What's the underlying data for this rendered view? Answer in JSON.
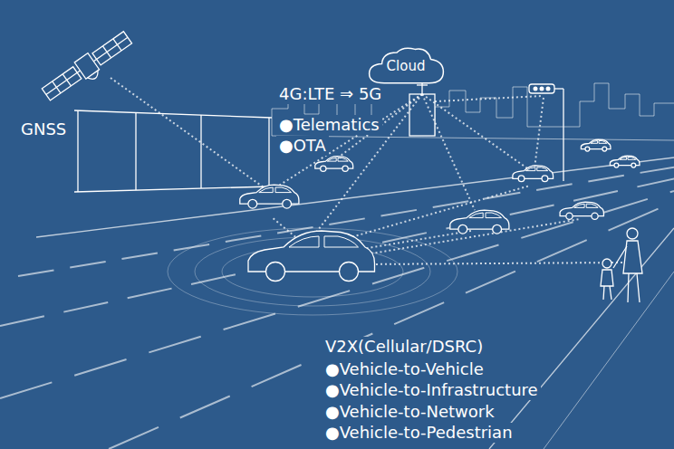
{
  "diagram": {
    "nodes": [
      {
        "text": [
          "Cloud"
        ]
      }
    ],
    "labels": [
      "GNSS",
      "4G:LTE ⇒ 5G",
      "●Telematics",
      "●OTA",
      "V2X(Cellular/DSRC)",
      "●Vehicle-to-Vehicle",
      "●Vehicle-to-Infrastructure",
      "●Vehicle-to-Network",
      "●Vehicle-to-Pedestrian"
    ]
  }
}
